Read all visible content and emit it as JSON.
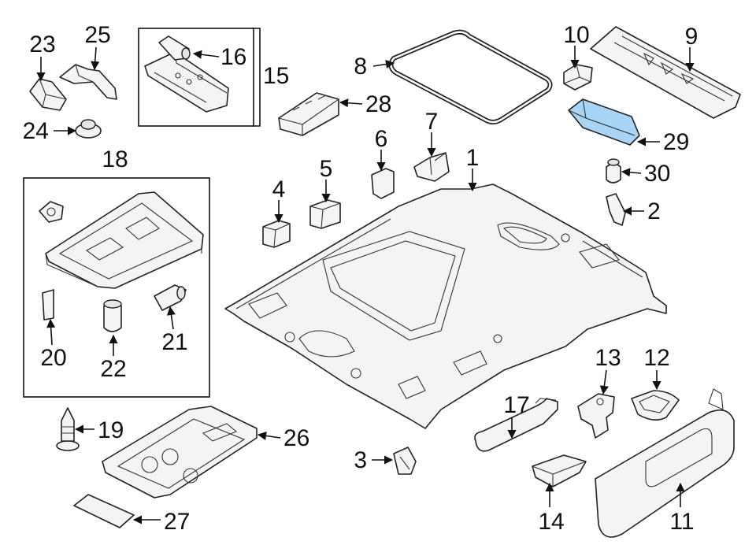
{
  "diagram": {
    "highlight_color": "#a8d4f5",
    "line_color": "#222222",
    "callouts": [
      {
        "id": "c1",
        "label": "1"
      },
      {
        "id": "c2",
        "label": "2"
      },
      {
        "id": "c3",
        "label": "3"
      },
      {
        "id": "c4",
        "label": "4"
      },
      {
        "id": "c5",
        "label": "5"
      },
      {
        "id": "c6",
        "label": "6"
      },
      {
        "id": "c7",
        "label": "7"
      },
      {
        "id": "c8",
        "label": "8"
      },
      {
        "id": "c9",
        "label": "9"
      },
      {
        "id": "c10",
        "label": "10"
      },
      {
        "id": "c11",
        "label": "11"
      },
      {
        "id": "c12",
        "label": "12"
      },
      {
        "id": "c13",
        "label": "13"
      },
      {
        "id": "c14",
        "label": "14"
      },
      {
        "id": "c15",
        "label": "15"
      },
      {
        "id": "c16",
        "label": "16"
      },
      {
        "id": "c17",
        "label": "17"
      },
      {
        "id": "c18",
        "label": "18"
      },
      {
        "id": "c19",
        "label": "19"
      },
      {
        "id": "c20",
        "label": "20"
      },
      {
        "id": "c21",
        "label": "21"
      },
      {
        "id": "c22",
        "label": "22"
      },
      {
        "id": "c23",
        "label": "23"
      },
      {
        "id": "c24",
        "label": "24"
      },
      {
        "id": "c25",
        "label": "25"
      },
      {
        "id": "c26",
        "label": "26"
      },
      {
        "id": "c27",
        "label": "27"
      },
      {
        "id": "c28",
        "label": "28"
      },
      {
        "id": "c29",
        "label": "29"
      },
      {
        "id": "c30",
        "label": "30"
      }
    ]
  }
}
